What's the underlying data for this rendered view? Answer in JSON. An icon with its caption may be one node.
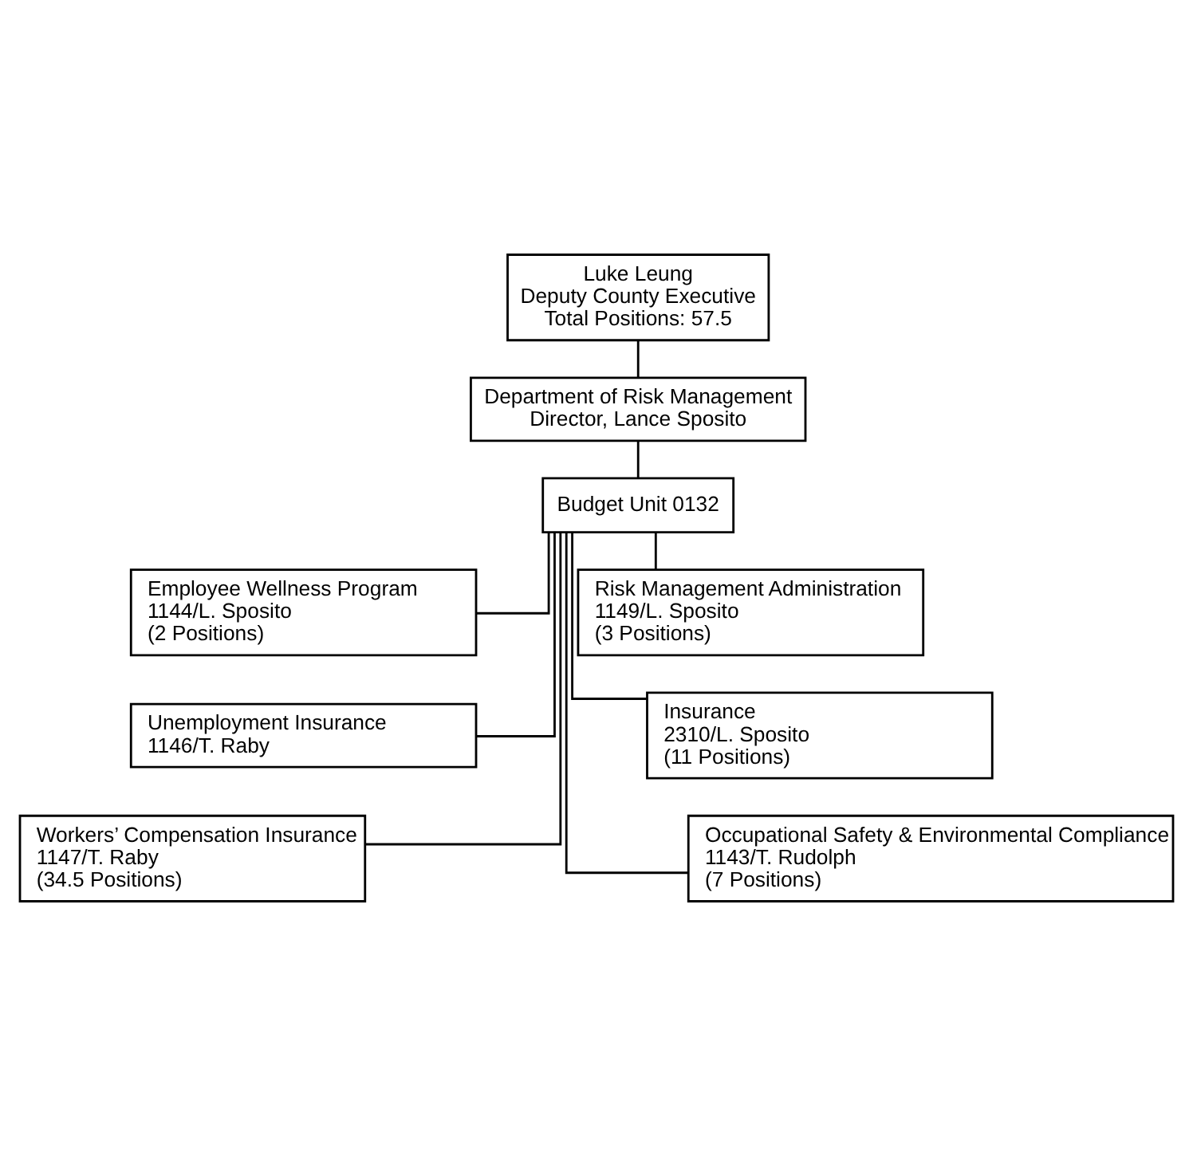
{
  "diagram": {
    "nodes": [
      {
        "text": [
          "Luke Leung",
          "Deputy County Executive",
          "Total Positions: 57.5"
        ]
      },
      {
        "text": [
          "Department of Risk Management",
          "Director, Lance Sposito"
        ]
      },
      {
        "text": [
          "Budget Unit 0132"
        ]
      },
      {
        "text": [
          "Employee Wellness Program",
          "1144/L. Sposito",
          "(2 Positions)"
        ]
      },
      {
        "text": [
          "Risk Management Administration",
          "1149/L. Sposito",
          "(3 Positions)"
        ]
      },
      {
        "text": [
          "Unemployment Insurance",
          "1146/T. Raby"
        ]
      },
      {
        "text": [
          "Insurance",
          "2310/L. Sposito",
          "(11 Positions)"
        ]
      },
      {
        "text": [
          "Workers’ Compensation Insurance",
          "1147/T. Raby",
          "(34.5 Positions)"
        ]
      },
      {
        "text": [
          "Occupational Safety & Environmental Compliance",
          "1143/T. Rudolph",
          "(7 Positions)"
        ]
      }
    ],
    "edges": [
      {
        "from": 0,
        "to": 1,
        "arrow": "none"
      },
      {
        "from": 1,
        "to": 2,
        "arrow": "none"
      },
      {
        "from": 2,
        "to": 3,
        "arrow": "none"
      },
      {
        "from": 2,
        "to": 4,
        "arrow": "none"
      },
      {
        "from": 2,
        "to": 5,
        "arrow": "none"
      },
      {
        "from": 2,
        "to": 6,
        "arrow": "none"
      },
      {
        "from": 2,
        "to": 7,
        "arrow": "none"
      },
      {
        "from": 2,
        "to": 8,
        "arrow": "none"
      }
    ]
  }
}
